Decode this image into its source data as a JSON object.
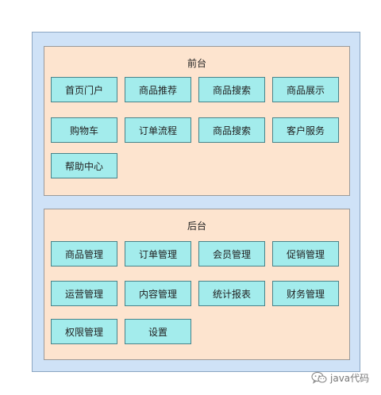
{
  "front": {
    "title": "前台",
    "items": [
      "首页门户",
      "商品推荐",
      "商品搜索",
      "商品展示",
      "购物车",
      "订单流程",
      "商品搜索",
      "客户服务",
      "帮助中心"
    ]
  },
  "back": {
    "title": "后台",
    "items": [
      "商品管理",
      "订单管理",
      "会员管理",
      "促销管理",
      "运营管理",
      "内容管理",
      "统计报表",
      "财务管理",
      "权限管理",
      "设置"
    ]
  },
  "watermark": {
    "icon": "wechat-icon",
    "text": "java代码"
  }
}
